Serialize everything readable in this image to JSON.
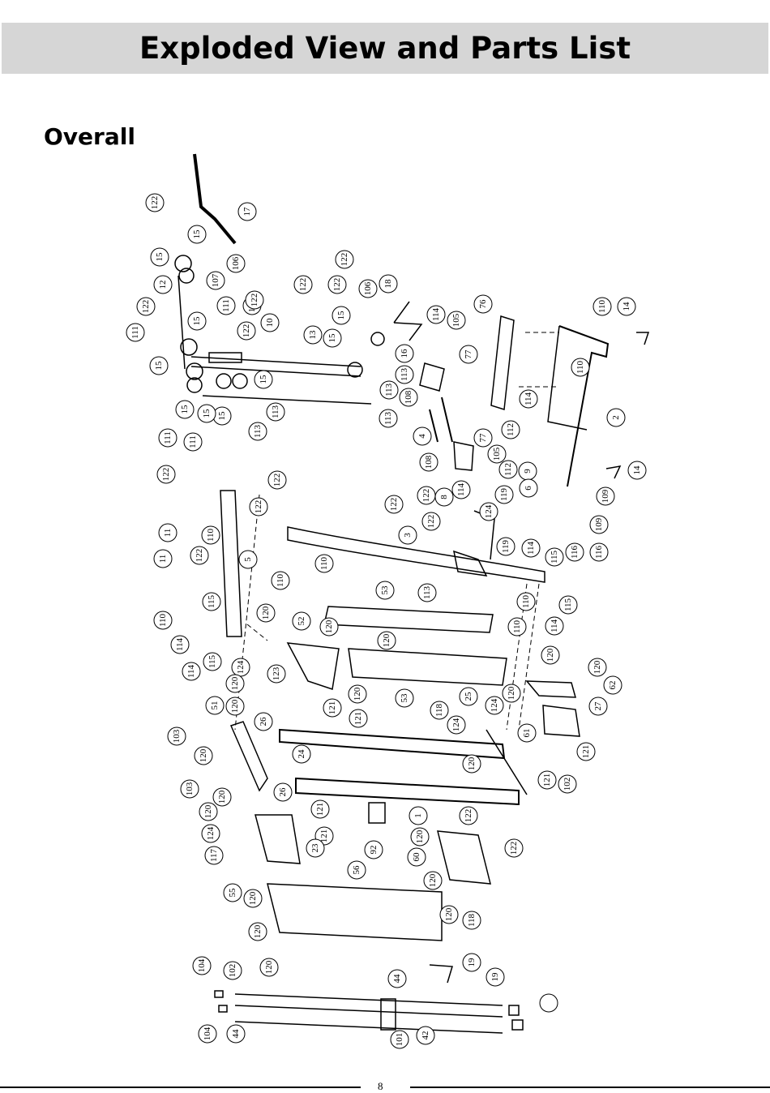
{
  "header": {
    "title": "Exploded View and Parts List"
  },
  "section": {
    "heading": "Overall"
  },
  "footer": {
    "page_number": "8"
  },
  "part_callouts": [
    "122",
    "17",
    "15",
    "106",
    "15",
    "107",
    "12",
    "111",
    "122",
    "122",
    "111",
    "122",
    "122",
    "10",
    "15",
    "15",
    "15",
    "15",
    "15",
    "15",
    "113",
    "113",
    "111",
    "111",
    "122",
    "122",
    "106",
    "18",
    "122",
    "15",
    "13",
    "15",
    "16",
    "113",
    "113",
    "113",
    "114",
    "105",
    "76",
    "108",
    "77",
    "110",
    "14",
    "110",
    "2",
    "114",
    "4",
    "77",
    "108",
    "105",
    "112",
    "112",
    "9",
    "6",
    "114",
    "109",
    "109",
    "14",
    "122",
    "11",
    "110",
    "11",
    "122",
    "5",
    "115",
    "110",
    "114",
    "114",
    "115",
    "122",
    "122",
    "110",
    "110",
    "122",
    "3",
    "122",
    "8",
    "122",
    "124",
    "119",
    "119",
    "116",
    "116",
    "114",
    "115",
    "113",
    "110",
    "110",
    "114",
    "115",
    "53",
    "53",
    "120",
    "120",
    "52",
    "120",
    "120",
    "123",
    "124",
    "121",
    "121",
    "120",
    "120",
    "26",
    "24",
    "51",
    "103",
    "120",
    "103",
    "120",
    "120",
    "124",
    "117",
    "55",
    "26",
    "121",
    "121",
    "23",
    "92",
    "1",
    "120",
    "60",
    "120",
    "122",
    "122",
    "56",
    "120",
    "120",
    "120",
    "120",
    "118",
    "118",
    "124",
    "25",
    "124",
    "120",
    "120",
    "61",
    "120",
    "120",
    "62",
    "27",
    "121",
    "121",
    "102",
    "104",
    "102",
    "104",
    "44",
    "44",
    "42",
    "101",
    "19",
    "19"
  ]
}
